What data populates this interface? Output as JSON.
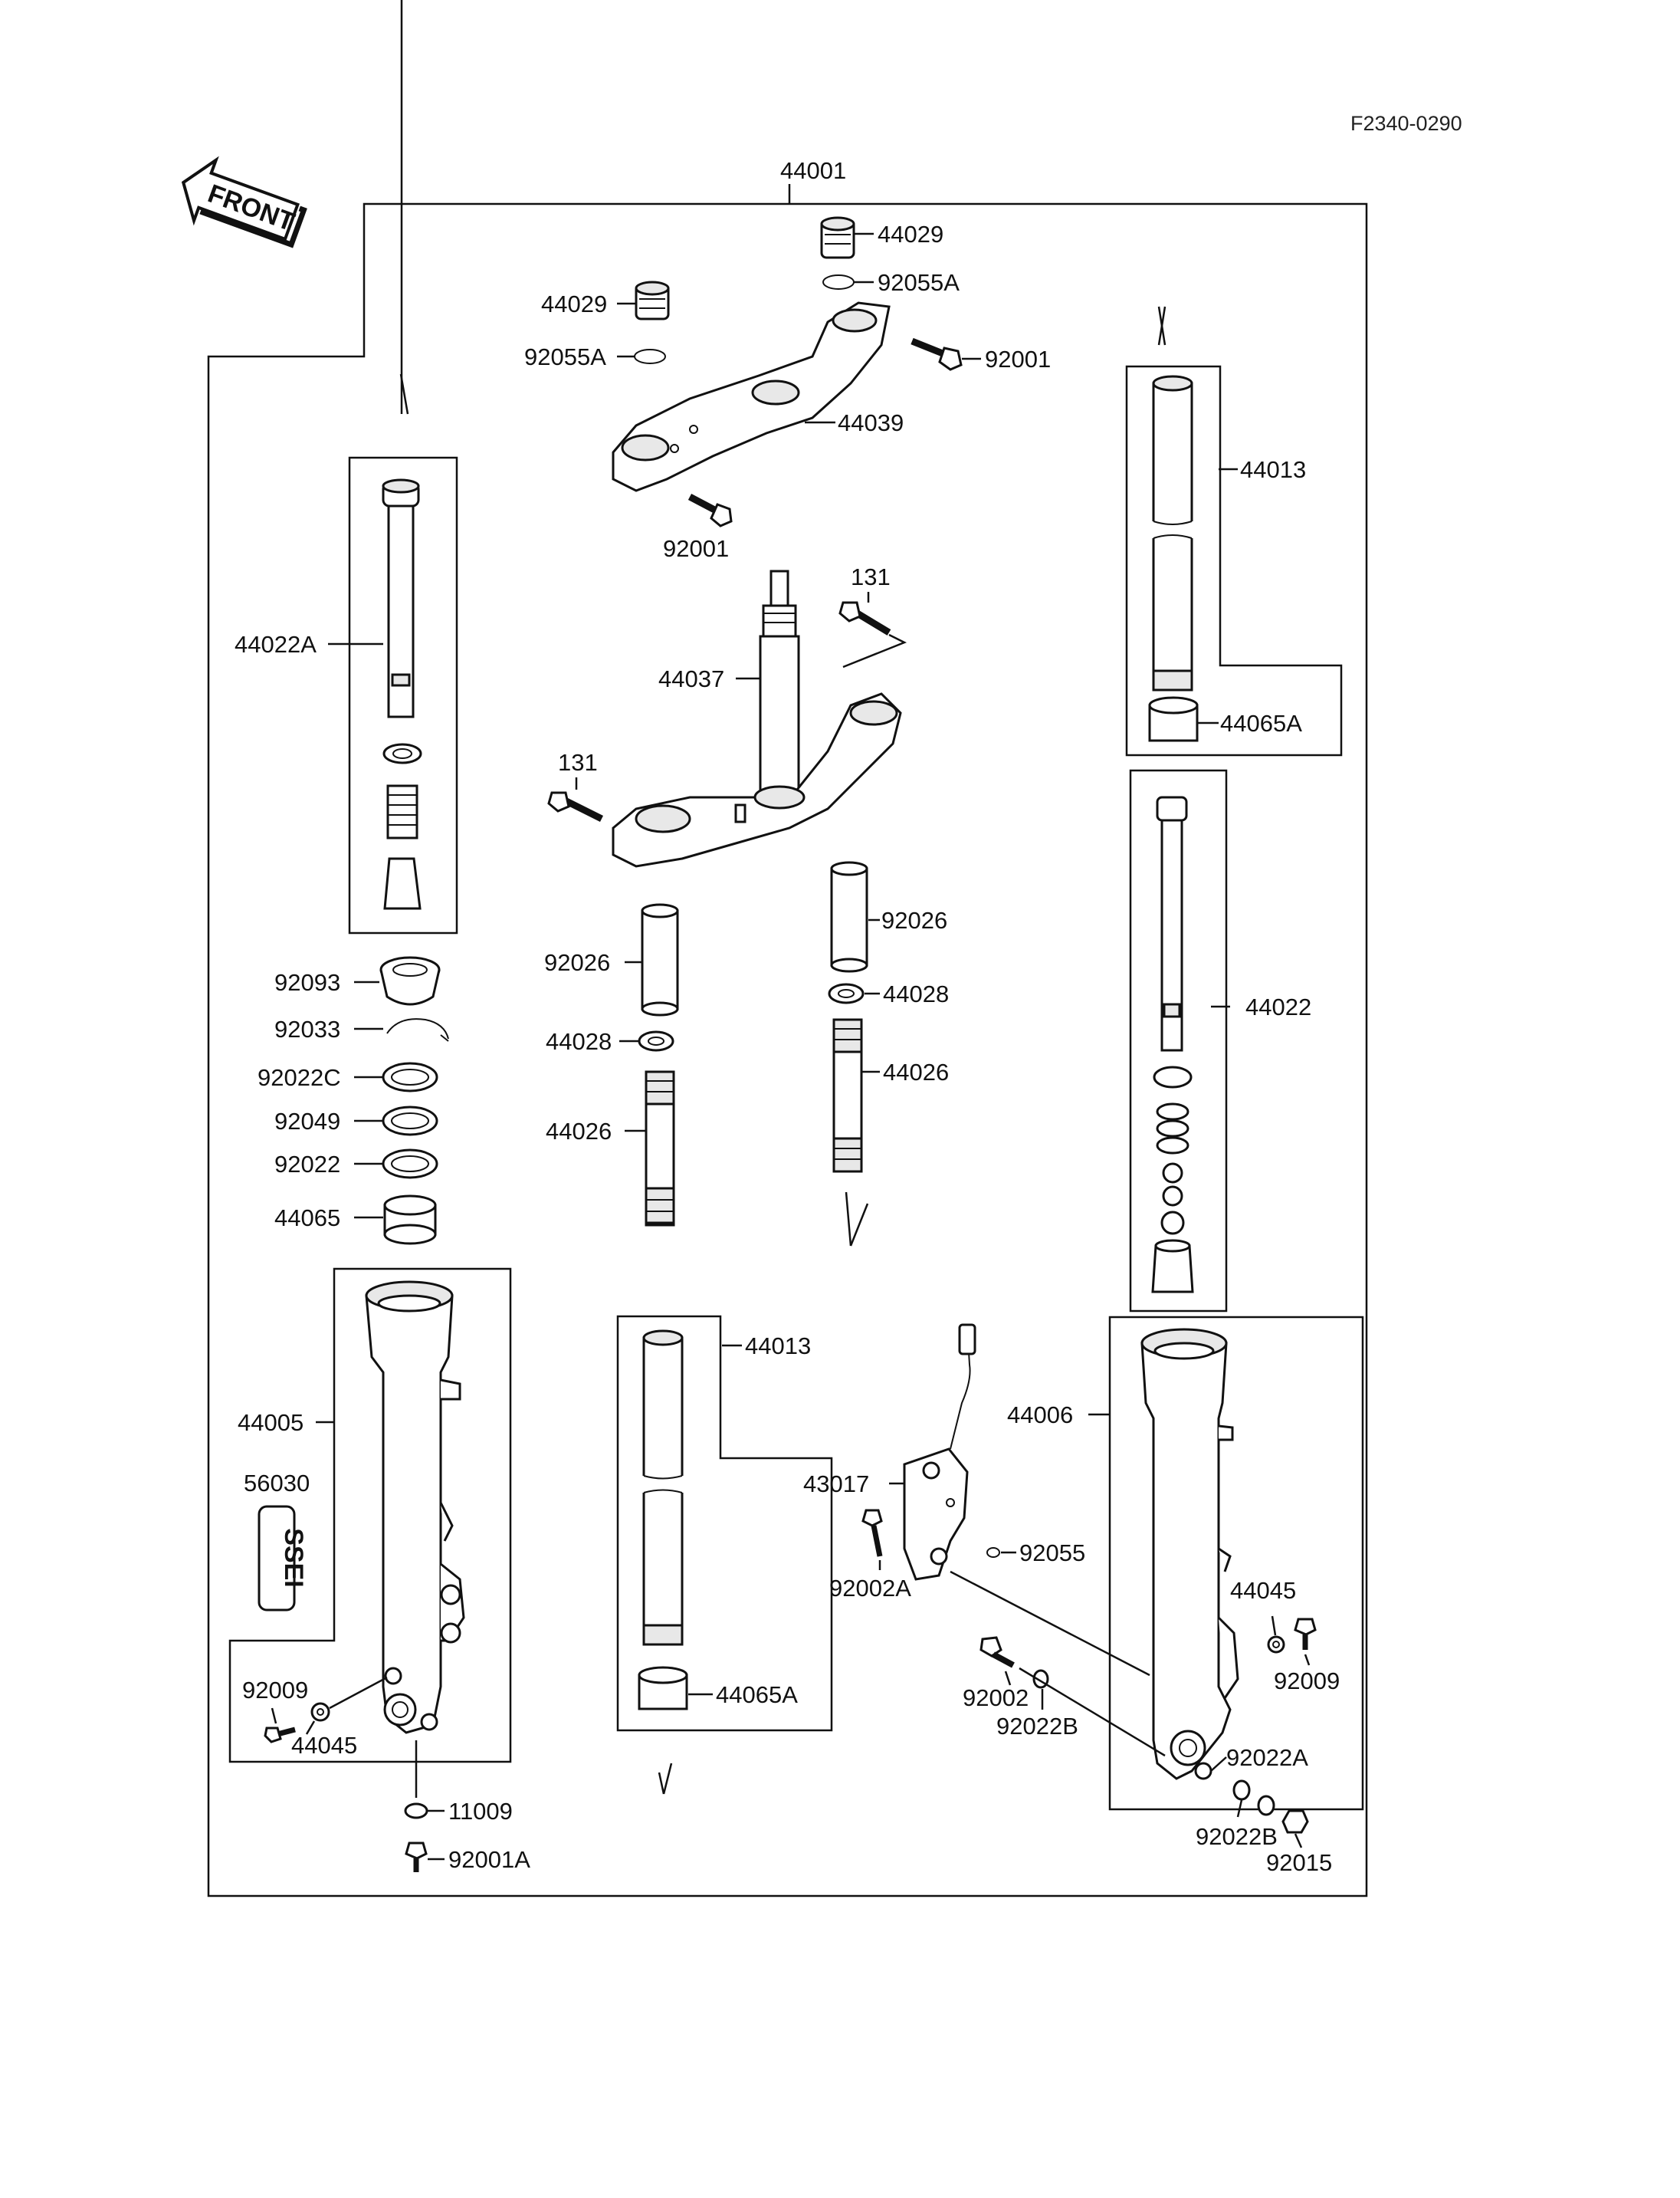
{
  "header": {
    "drawing_code": "F2340-0290"
  },
  "front_arrow": {
    "label": "FRONT"
  },
  "assembly": {
    "label": "44001"
  },
  "upper_bracket": {
    "cap_right": "44029",
    "oring_right": "92055A",
    "cap_left": "44029",
    "oring_left": "92055A",
    "bolt_right": "92001",
    "bracket": "44039",
    "bolt_lower": "92001"
  },
  "steering_stem": {
    "stem": "44037",
    "bolt_upper": "131",
    "bolt_left": "131"
  },
  "left_fork": {
    "damper_rod": "44022A",
    "seal_stack": [
      "92093",
      "92033",
      "92022C",
      "92049",
      "92022",
      "44065"
    ],
    "outer_tube": "44005",
    "emblem_part": "56030",
    "emblem_text": "SSEI",
    "bolt": "92009",
    "gasket": "44045",
    "drain_washer": "11009",
    "drain_bolt": "92001A"
  },
  "center_springs": {
    "left_spacer": "92026",
    "left_seat": "44028",
    "left_spring": "44026",
    "right_spacer": "92026",
    "right_seat": "44028",
    "right_spring": "44026"
  },
  "inner_tubes": {
    "center_tube": "44013",
    "center_bush": "44065A",
    "right_tube": "44013",
    "right_bush": "44065A"
  },
  "right_fork": {
    "damper_rod": "44022",
    "outer_tube": "44006",
    "caliper_sensor": "43017",
    "oring": "92055",
    "bolt_a": "92002A",
    "bolt_b": "92002",
    "washer_b": "92022B",
    "gasket": "44045",
    "bolt": "92009",
    "washer_a": "92022A",
    "washer_b2": "92022B",
    "nut": "92015"
  }
}
